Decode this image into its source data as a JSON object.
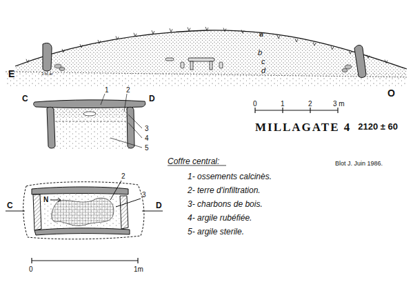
{
  "diagram": {
    "title": "MILLAGATE 4",
    "labels": [
      "E",
      "O",
      "a",
      "b",
      "c",
      "d",
      "3 bl.ar",
      "0",
      "1",
      "2",
      "3 m",
      "2120 ± 60",
      "Blot J. Juin 1986.",
      "C",
      "D",
      "1",
      "2",
      "3",
      "4",
      "5",
      "Coffre central:",
      "1- ossements calcinès.",
      "2- terre d'infiltration.",
      "3- charbons de bois.",
      "4- argile rubéfiée.",
      "5- argile sterile.",
      "C",
      "D",
      "2",
      "3",
      "N",
      "0",
      "1m"
    ]
  }
}
